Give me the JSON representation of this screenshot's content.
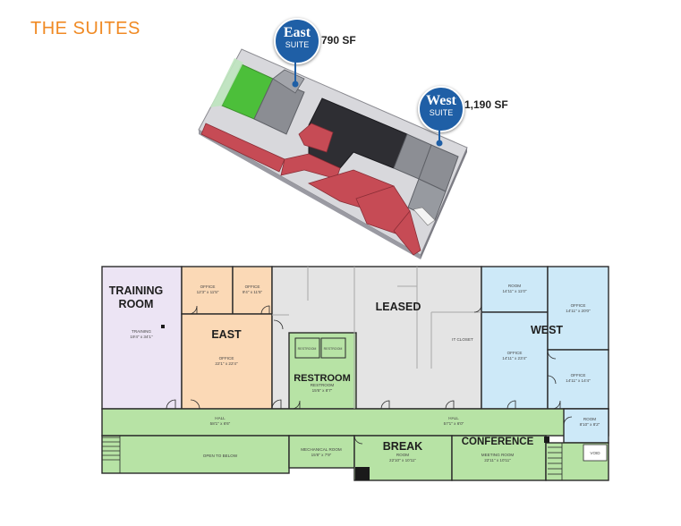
{
  "header": {
    "title": "THE SUITES"
  },
  "suites": {
    "east": {
      "name": "East",
      "sub": "SUITE",
      "area": "790 SF"
    },
    "west": {
      "name": "West",
      "sub": "SUITE",
      "area": "1,190 SF"
    }
  },
  "colors": {
    "accent_orange": "#f08a24",
    "pin_blue": "#1f5fa6",
    "training": "#ece4f4",
    "east": "#fbd9b6",
    "leased": "#e4e4e4",
    "west": "#cde9f8",
    "common": "#b7e3a5",
    "iso_red": "#c64b55",
    "iso_dark": "#2e2e33"
  },
  "floorplan": {
    "rooms": {
      "training": {
        "title1": "TRAINING",
        "title2": "ROOM",
        "sub": "TRAINING",
        "dims": "19'4\" x 34'1\""
      },
      "office_a": {
        "sub": "OFFICE",
        "dims": "12'3\" x 11'5\""
      },
      "office_b": {
        "sub": "OFFICE",
        "dims": "9'4\" x 11'5\""
      },
      "east": {
        "title": "EAST",
        "sub": "OFFICE",
        "dims": "22'1\" x 22'4\""
      },
      "leased": {
        "title": "LEASED"
      },
      "it_closet": {
        "sub": "IT CLOSET"
      },
      "restroom": {
        "title": "RESTROOM",
        "sub": "RESTROOM",
        "dims": "15'6\" x 8'7\"",
        "stall1": "RESTROOM",
        "stall2": "RESTROOM"
      },
      "west_room": {
        "sub": "ROOM",
        "dims": "14'11\" x 11'0\""
      },
      "west": {
        "title": "WEST",
        "sub": "OFFICE",
        "dims": "14'11\" x 23'4\""
      },
      "west_office_b": {
        "sub": "OFFICE",
        "dims": "14'11\" x 20'0\""
      },
      "west_office_c": {
        "sub": "OFFICE",
        "dims": "14'11\" x 14'4\""
      },
      "west_small_room": {
        "sub": "ROOM",
        "dims": "8'10\" x 8'2\""
      },
      "hall_left": {
        "sub": "HALL",
        "dims": "58'1\" x 6'6\""
      },
      "hall_right": {
        "sub": "HALL",
        "dims": "57'1\" x 6'0\""
      },
      "open_below": {
        "sub": "OPEN TO BELOW"
      },
      "mechanical": {
        "sub": "MECHANICAL ROOM",
        "dims": "15'8\" x 7'9\""
      },
      "break": {
        "title": "BREAK",
        "sub": "ROOM",
        "dims": "22'10\" x 10'11\""
      },
      "conference": {
        "title": "CONFERENCE",
        "sub": "MEETING ROOM",
        "dims": "22'11\" x 10'11\""
      },
      "void": {
        "sub": "VOID"
      }
    }
  }
}
